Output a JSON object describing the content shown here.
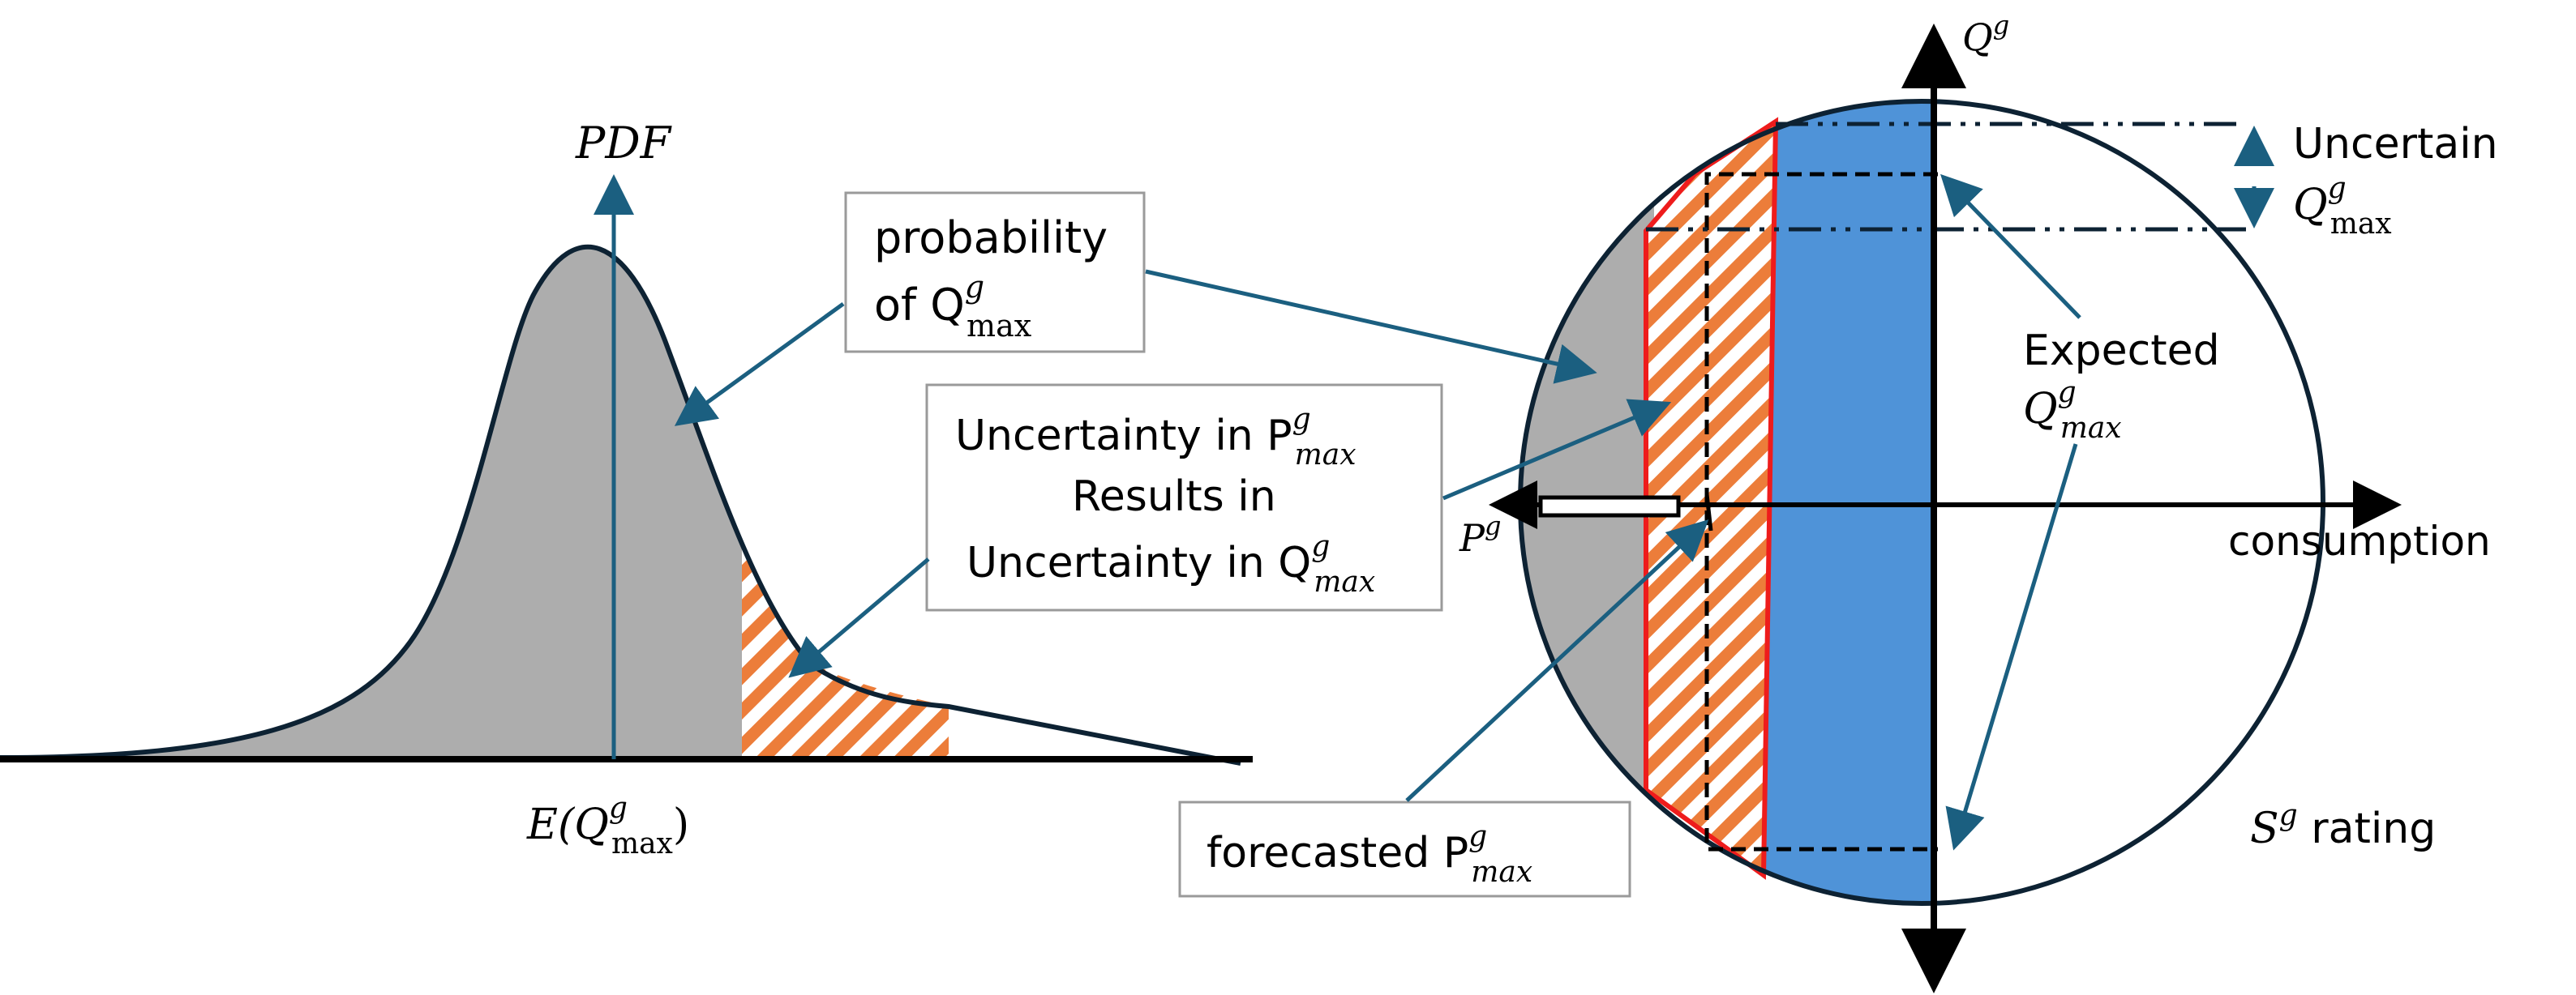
{
  "colors": {
    "arrow": "#1b5f80",
    "distribution_fill": "#adadad",
    "hatch": "#ec7d3a",
    "hatch_border": "#ee1c1c",
    "capability_fill": "#4f93d8",
    "circle_stroke": "#0d2233"
  },
  "left_plot": {
    "y_axis_label": "PDF",
    "x_axis_label": {
      "base": "E(Q",
      "sup": "g",
      "sub": "max",
      "close": ")"
    }
  },
  "callouts": {
    "probability": {
      "line1": "probability",
      "line2_prefix": "of Q",
      "sup": "g",
      "sub": "max"
    },
    "uncertainty": {
      "line1_prefix": "Uncertainty in P",
      "line1_sup": "g",
      "line1_sub": "max",
      "line2": "Results in",
      "line3_prefix": "Uncertainty in Q",
      "line3_sup": "g",
      "line3_sub": "max"
    },
    "forecasted": {
      "prefix": "forecasted P",
      "sup": "g",
      "sub": "max"
    }
  },
  "right_plot": {
    "q_axis_label": {
      "base": "Q",
      "sup": "g"
    },
    "p_axis_label": {
      "base": "P",
      "sup": "g"
    },
    "consumption_label": "consumption",
    "rating_label": {
      "base": "S",
      "sup": "g",
      "suffix": " rating"
    },
    "uncertain_label": {
      "line1": "Uncertain",
      "base": "Q",
      "sup": "g",
      "sub": "max"
    },
    "expected_label": {
      "line1": "Expected",
      "base": "Q",
      "sup": "g",
      "sub": "max"
    }
  }
}
